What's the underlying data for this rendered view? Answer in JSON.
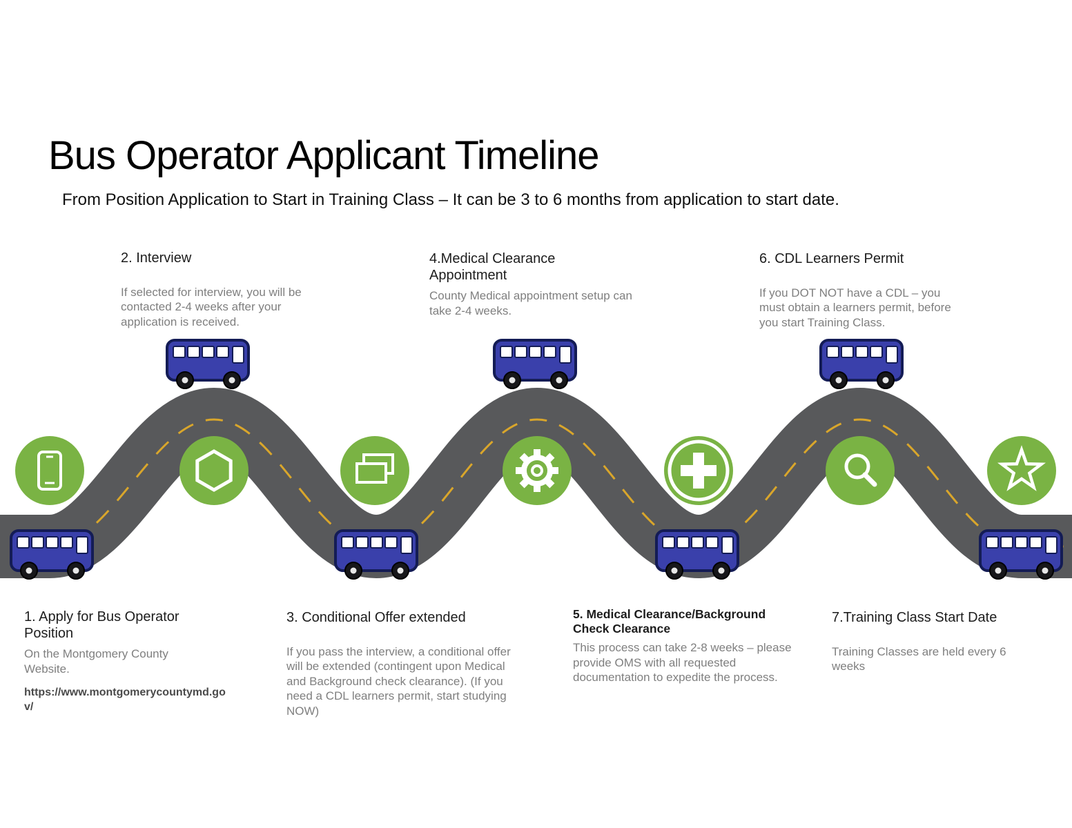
{
  "title": "Bus Operator Applicant Timeline",
  "subtitle": "From Position Application to Start in Training Class – It can be 3 to 6 months from application to start date.",
  "colors": {
    "milestone_green": "#7ab344",
    "road_gray": "#58595b",
    "road_dash_yellow": "#d9a62b",
    "bus_blue": "#3a40ab"
  },
  "steps": [
    {
      "id": 1,
      "position": "bottom",
      "icon": "smartphone-icon",
      "heading": "1. Apply for Bus Operator Position",
      "body": "On the Montgomery County Website.",
      "link": "https://www.montgomerycountymd.gov/"
    },
    {
      "id": 2,
      "position": "top",
      "icon": "hexagon-icon",
      "heading": "2. Interview",
      "body": "If selected for interview, you will be contacted 2-4 weeks after your  application is received."
    },
    {
      "id": 3,
      "position": "bottom",
      "icon": "documents-icon",
      "heading": "3. Conditional Offer extended",
      "body": "If you pass the interview, a conditional offer will be extended (contingent upon Medical and Background check clearance). (If you need a CDL learners permit, start studying NOW)"
    },
    {
      "id": 4,
      "position": "top",
      "icon": "gear-icon",
      "heading": "4.Medical Clearance Appointment",
      "body": "County Medical appointment setup can take 2-4 weeks."
    },
    {
      "id": 5,
      "position": "bottom",
      "icon": "medical-cross-icon",
      "heading": "5. Medical Clearance/Background Check Clearance",
      "body": "This process can take 2-8 weeks – please provide OMS with all requested documentation to expedite the process."
    },
    {
      "id": 6,
      "position": "top",
      "icon": "magnifier-icon",
      "heading": "6. CDL Learners Permit",
      "body": "If you DOT NOT have a CDL – you must obtain a learners permit, before you start Training Class."
    },
    {
      "id": 7,
      "position": "bottom",
      "icon": "star-icon",
      "heading": "7.Training Class Start Date",
      "body": "Training Classes are held every 6 weeks"
    }
  ]
}
